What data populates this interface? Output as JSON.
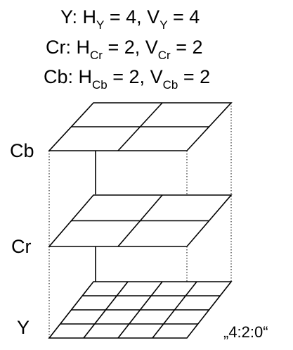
{
  "header": {
    "lines": [
      {
        "prefix": "Y: ",
        "h": "H",
        "h_sub": "Y",
        "h_eq": " = 4, ",
        "v": "V",
        "v_sub": "Y",
        "v_eq": " = 4"
      },
      {
        "prefix": "Cr: ",
        "h": "H",
        "h_sub": "Cr",
        "h_eq": " = 2, ",
        "v": "V",
        "v_sub": "Cr",
        "v_eq": " = 2"
      },
      {
        "prefix": "Cb: ",
        "h": "H",
        "h_sub": "Cb",
        "h_eq": " = 2, ",
        "v": "V",
        "v_sub": "Cb",
        "v_eq": " = 2"
      }
    ]
  },
  "planes": {
    "cb": {
      "label": "Cb",
      "grid": [
        2,
        2
      ]
    },
    "cr": {
      "label": "Cr",
      "grid": [
        2,
        2
      ]
    },
    "y": {
      "label": "Y",
      "grid": [
        4,
        4
      ]
    }
  },
  "scheme_label": "„4:2:0“"
}
